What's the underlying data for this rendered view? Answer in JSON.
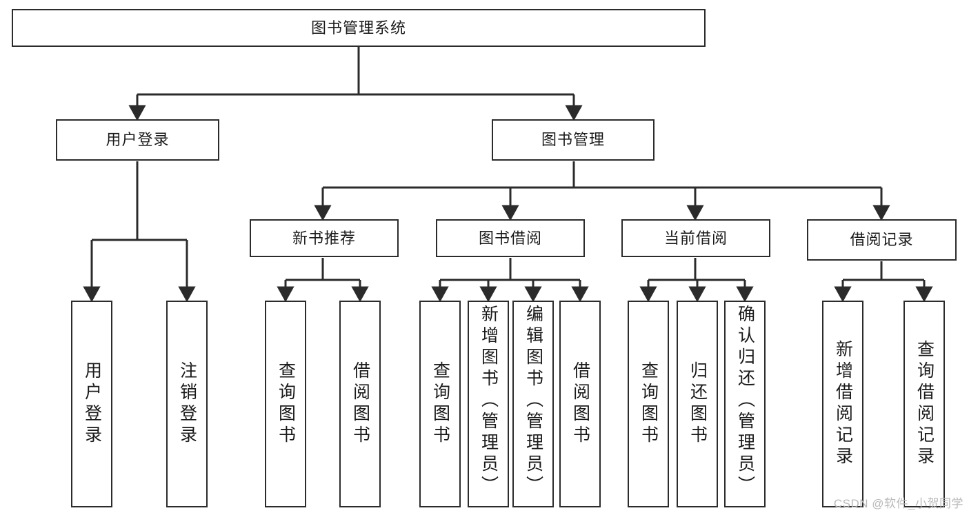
{
  "diagram": {
    "title": "图书管理系统",
    "type": "tree-hierarchy-functional-structure",
    "watermark": "CSDN @软件_小贺同学",
    "colors": {
      "box_border": "#2b2b2b",
      "box_fill": "#ffffff",
      "edge": "#2b2b2b",
      "text": "#1a1a1a",
      "watermark": "#b9b9b9",
      "background": "#ffffff"
    },
    "root": {
      "label": "图书管理系统"
    },
    "level2": [
      {
        "id": "user-login",
        "label": "用户登录"
      },
      {
        "id": "book-manage",
        "label": "图书管理"
      }
    ],
    "level3": [
      {
        "id": "new-book-recommend",
        "label": "新书推荐",
        "parent": "book-manage"
      },
      {
        "id": "book-borrow",
        "label": "图书借阅",
        "parent": "book-manage"
      },
      {
        "id": "current-borrow",
        "label": "当前借阅",
        "parent": "book-manage"
      },
      {
        "id": "borrow-record",
        "label": "借阅记录",
        "parent": "book-manage"
      }
    ],
    "leaves": [
      {
        "id": "leaf-user-login",
        "label": "用户登录",
        "parent": "user-login"
      },
      {
        "id": "leaf-logout",
        "label": "注销登录",
        "parent": "user-login"
      },
      {
        "id": "leaf-query-book-1",
        "label": "查询图书",
        "parent": "new-book-recommend"
      },
      {
        "id": "leaf-borrow-book-1",
        "label": "借阅图书",
        "parent": "new-book-recommend"
      },
      {
        "id": "leaf-query-book-2",
        "label": "查询图书",
        "parent": "book-borrow"
      },
      {
        "id": "leaf-add-book",
        "label": "新增图书（管理员）",
        "parent": "book-borrow"
      },
      {
        "id": "leaf-edit-book",
        "label": "编辑图书（管理员）",
        "parent": "book-borrow"
      },
      {
        "id": "leaf-borrow-book-2",
        "label": "借阅图书",
        "parent": "book-borrow"
      },
      {
        "id": "leaf-query-book-3",
        "label": "查询图书",
        "parent": "current-borrow"
      },
      {
        "id": "leaf-return-book",
        "label": "归还图书",
        "parent": "current-borrow"
      },
      {
        "id": "leaf-confirm-return",
        "label": "确认归还（管理员）",
        "parent": "current-borrow"
      },
      {
        "id": "leaf-add-record",
        "label": "新增借阅记录",
        "parent": "borrow-record"
      },
      {
        "id": "leaf-query-record",
        "label": "查询借阅记录",
        "parent": "borrow-record"
      }
    ]
  }
}
